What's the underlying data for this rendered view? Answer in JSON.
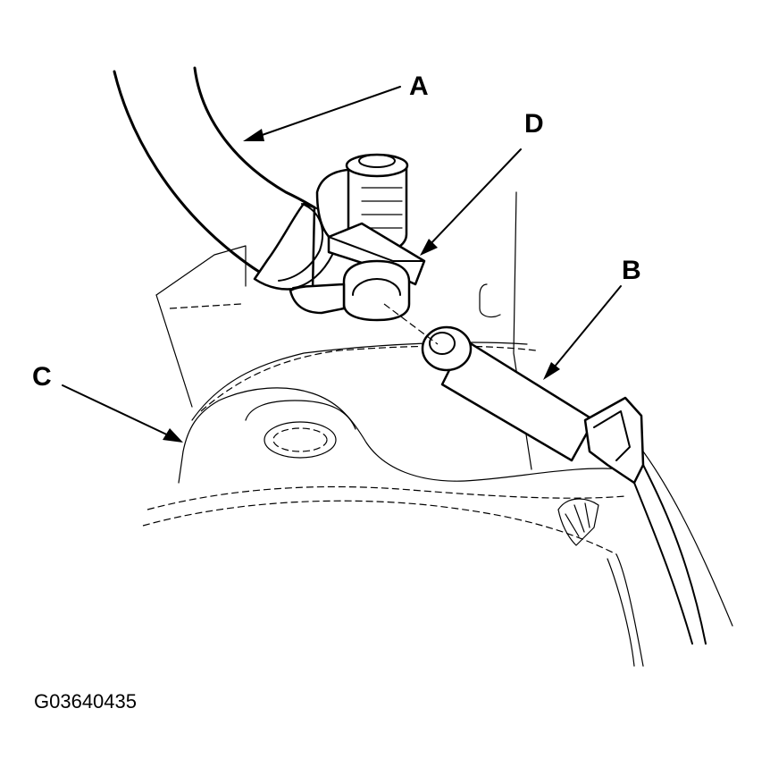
{
  "labels": {
    "a": "A",
    "b": "B",
    "c": "C",
    "d": "D"
  },
  "figure_id": "G03640435",
  "colors": {
    "line": "#000000",
    "background": "#ffffff"
  }
}
